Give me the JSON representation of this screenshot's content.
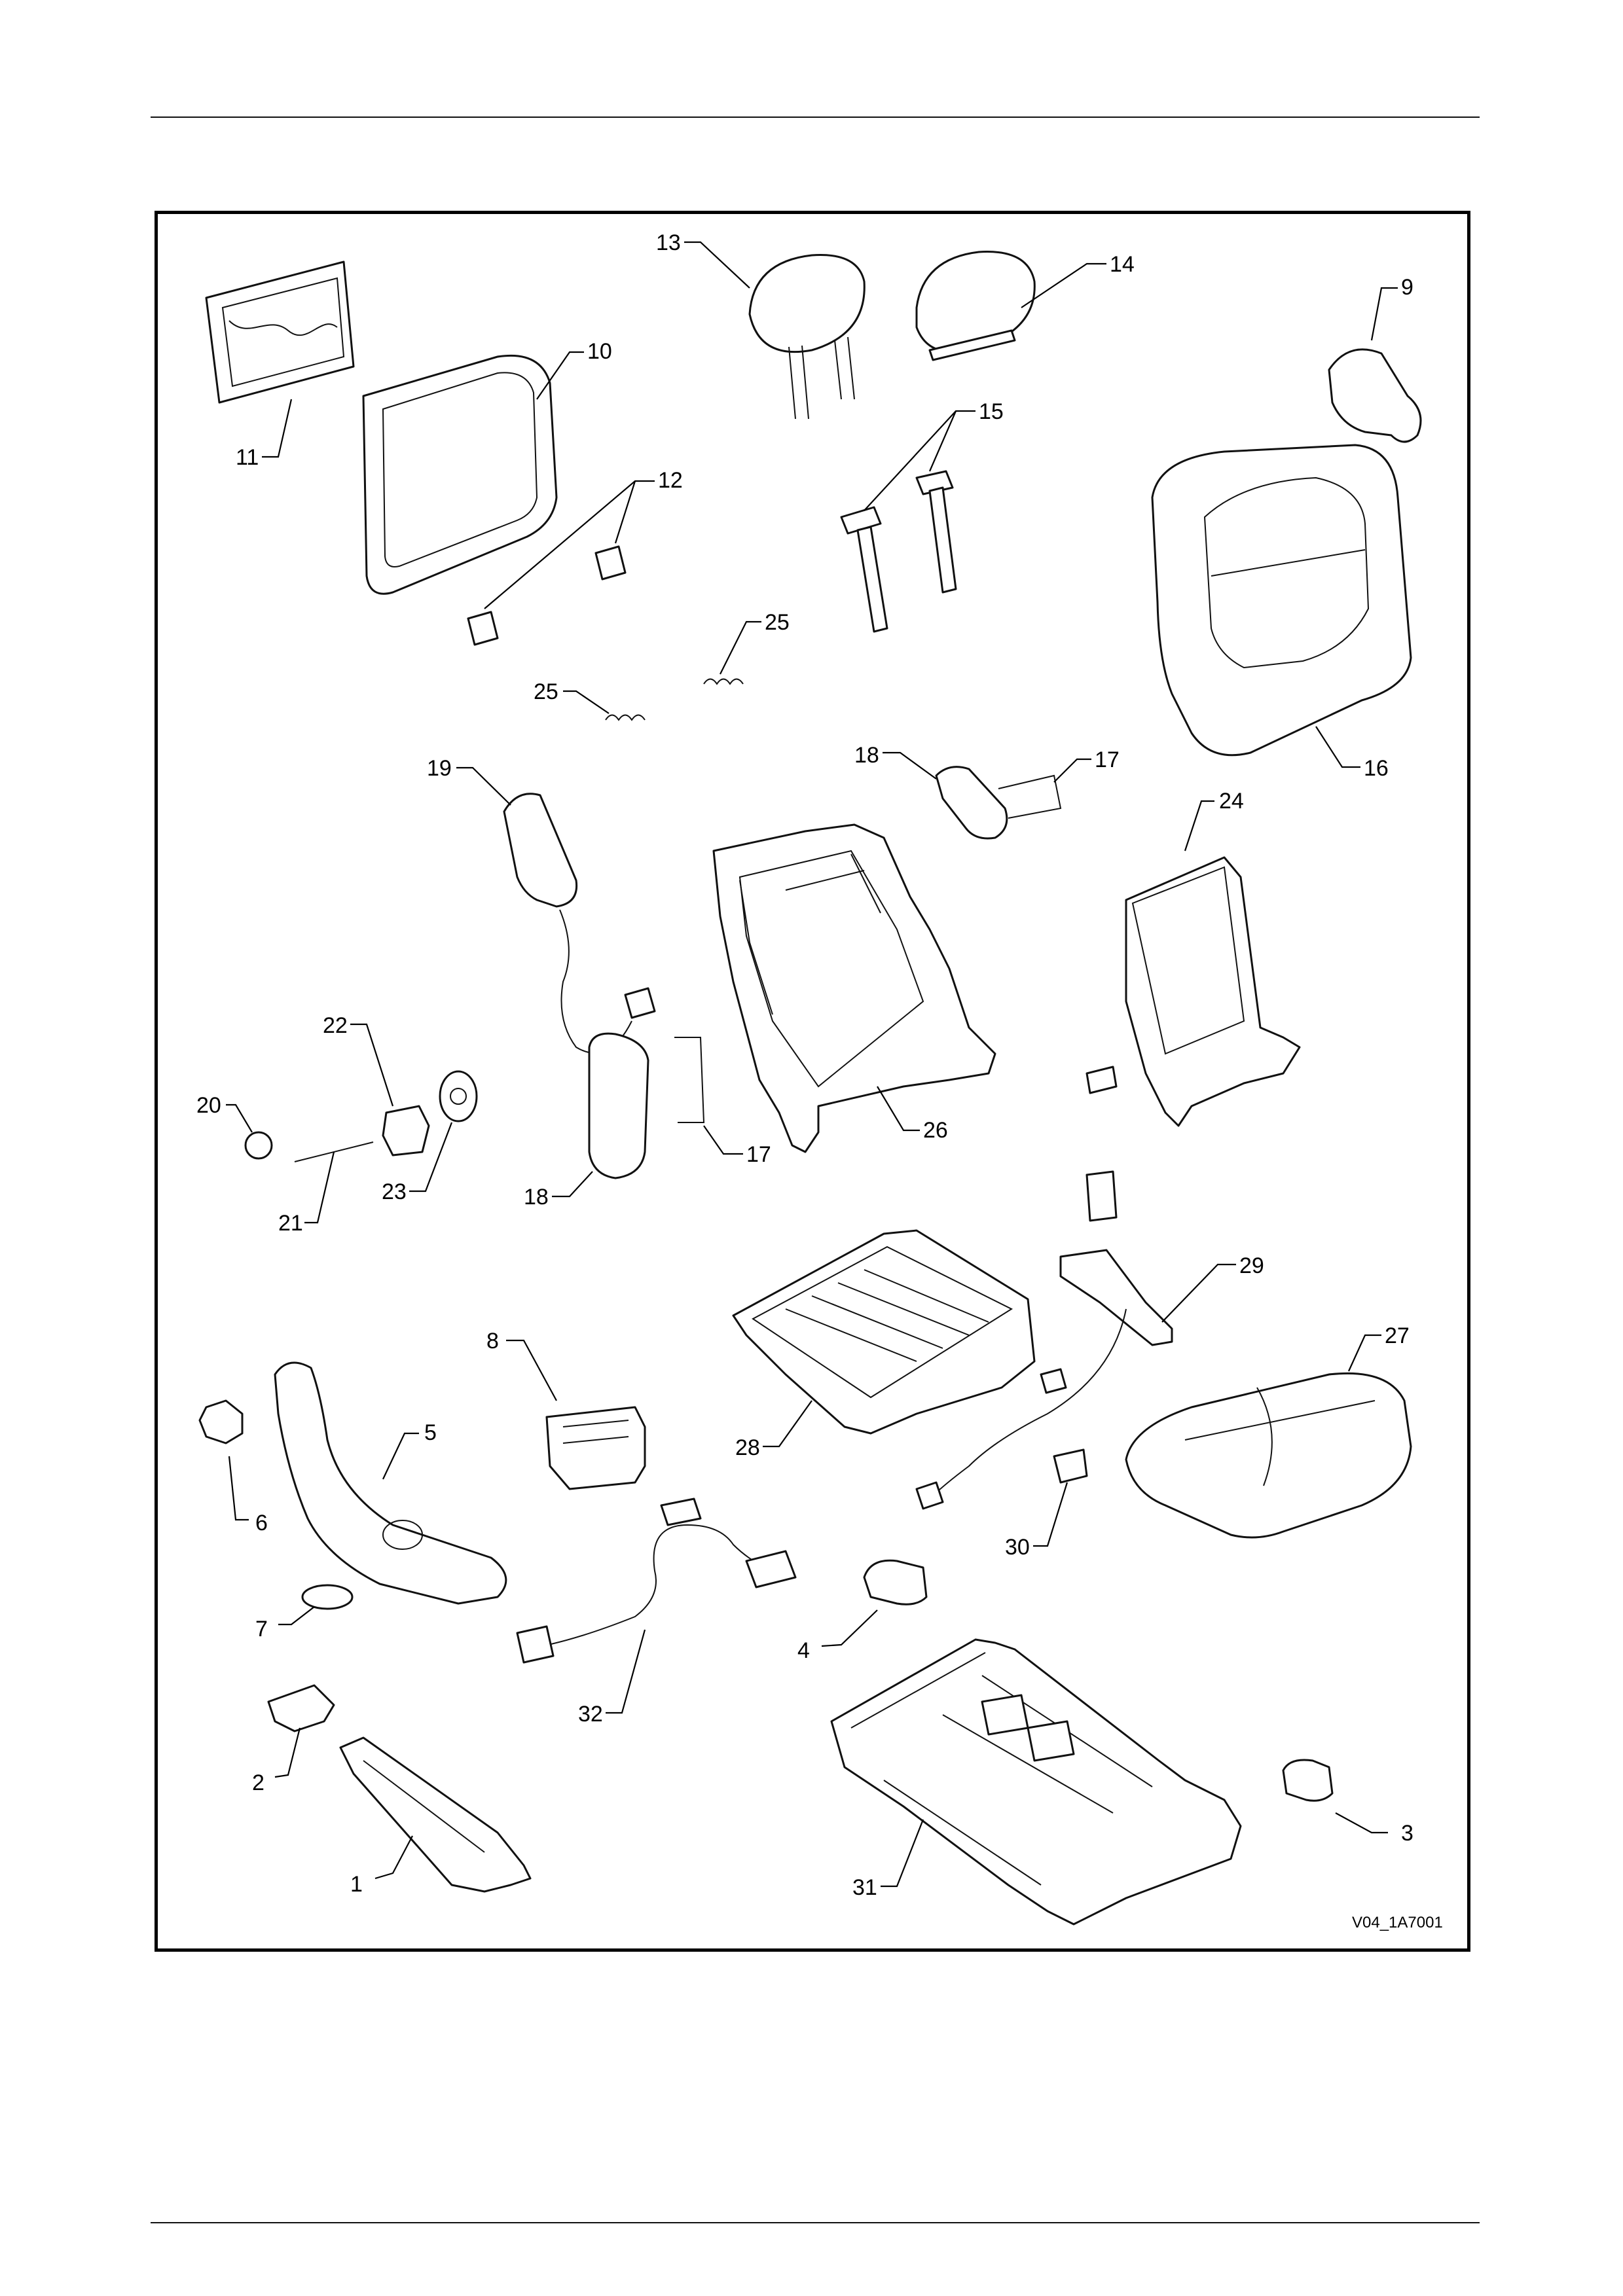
{
  "figure_ref": "V04_1A7001",
  "callouts": [
    {
      "label": "1"
    },
    {
      "label": "2"
    },
    {
      "label": "3"
    },
    {
      "label": "4"
    },
    {
      "label": "5"
    },
    {
      "label": "6"
    },
    {
      "label": "7"
    },
    {
      "label": "8"
    },
    {
      "label": "9"
    },
    {
      "label": "10"
    },
    {
      "label": "11"
    },
    {
      "label": "12"
    },
    {
      "label": "13"
    },
    {
      "label": "14"
    },
    {
      "label": "15"
    },
    {
      "label": "16"
    },
    {
      "label": "17"
    },
    {
      "label": "17"
    },
    {
      "label": "18"
    },
    {
      "label": "18"
    },
    {
      "label": "19"
    },
    {
      "label": "20"
    },
    {
      "label": "21"
    },
    {
      "label": "22"
    },
    {
      "label": "23"
    },
    {
      "label": "24"
    },
    {
      "label": "25"
    },
    {
      "label": "25"
    },
    {
      "label": "26"
    },
    {
      "label": "27"
    },
    {
      "label": "28"
    },
    {
      "label": "29"
    },
    {
      "label": "30"
    },
    {
      "label": "31"
    },
    {
      "label": "32"
    }
  ]
}
